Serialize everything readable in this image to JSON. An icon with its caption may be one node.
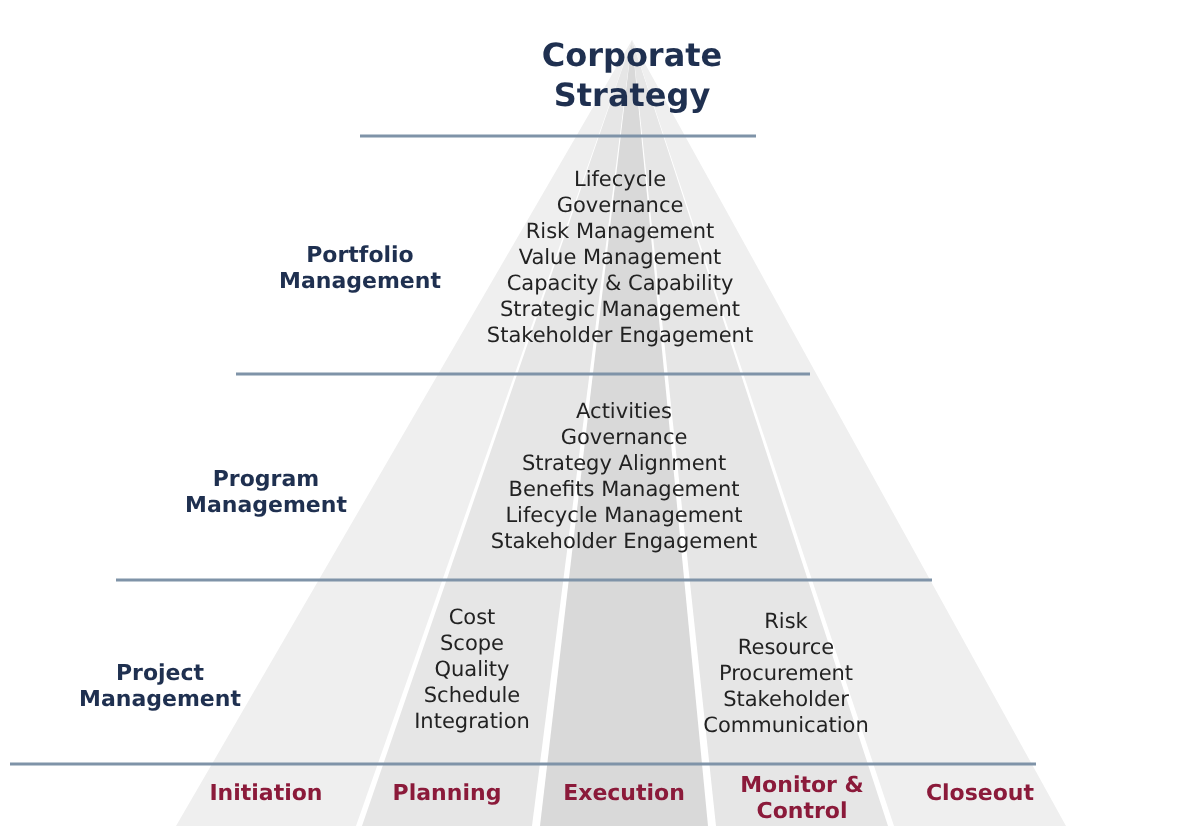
{
  "diagram": {
    "title": "Corporate Strategy",
    "nodes": [
      {
        "text": [
          "Initiation"
        ]
      },
      {
        "text": [
          "Planning"
        ]
      },
      {
        "text": [
          "Execution"
        ]
      },
      {
        "text": [
          "Monitor & Control"
        ]
      },
      {
        "text": [
          "Closeout"
        ]
      }
    ],
    "labels": [
      "Portfolio Management",
      "Lifecycle",
      "Governance",
      "Risk Management",
      "Value Management",
      "Capacity & Capability",
      "Strategic Management",
      "Stakeholder Engagement",
      "Program Management",
      "Activities",
      "Governance",
      "Strategy Alignment",
      "Benefits Management",
      "Lifecycle Management",
      "Stakeholder Engagement",
      "Project Management",
      "Cost",
      "Scope",
      "Quality",
      "Schedule",
      "Integration",
      "Risk",
      "Resource",
      "Procurement",
      "Stakeholder",
      "Communication"
    ]
  }
}
